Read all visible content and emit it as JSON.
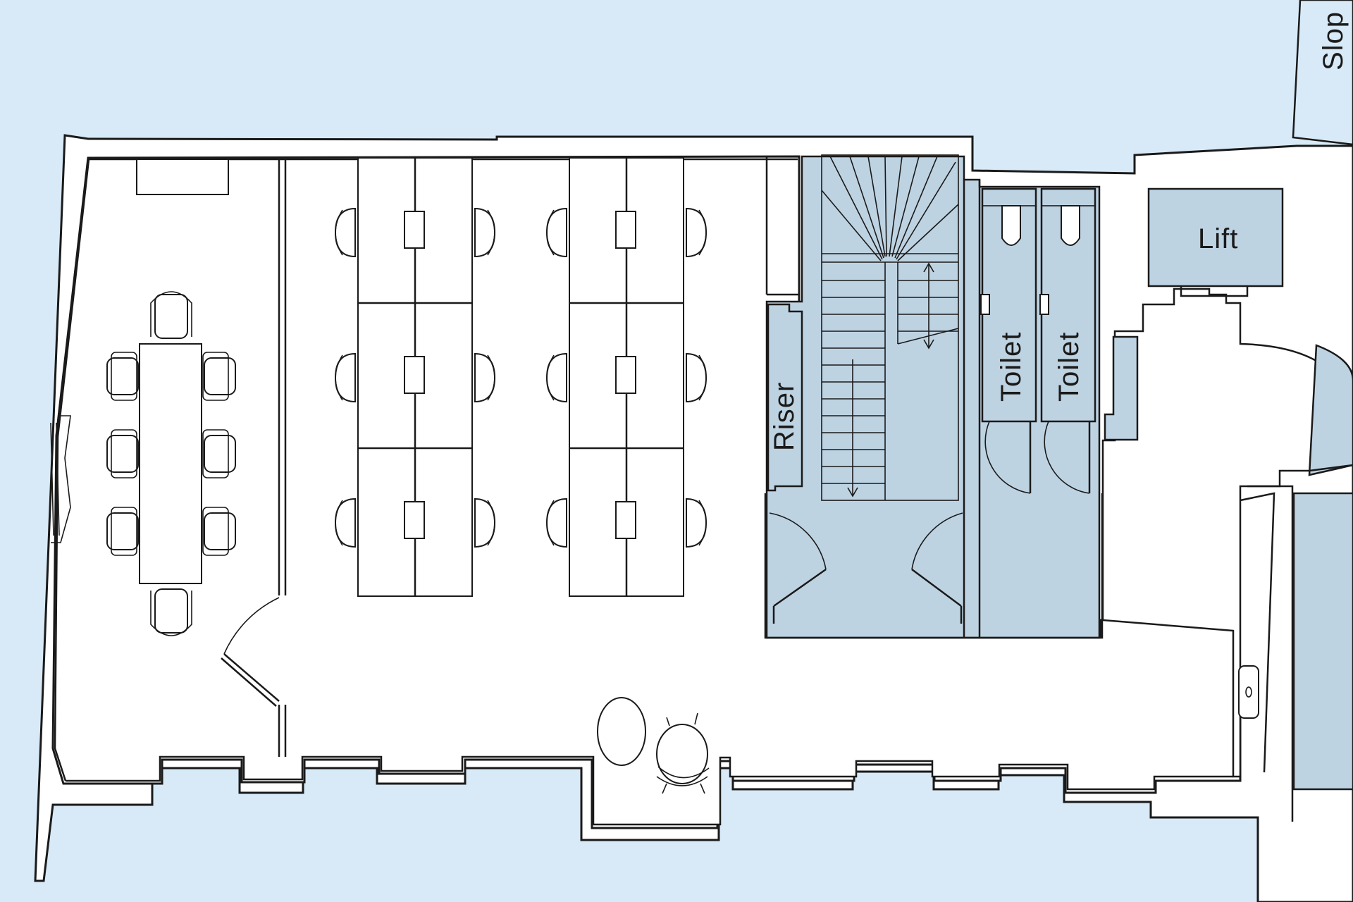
{
  "labels": {
    "riser": "Riser",
    "toilet_1": "Toilet",
    "toilet_2": "Toilet",
    "lift": "Lift",
    "slope": "Slop"
  },
  "colors": {
    "background": "#d8eaf8",
    "floor": "#ffffff",
    "core": "#bed3e2",
    "line": "#1a1a1a"
  }
}
